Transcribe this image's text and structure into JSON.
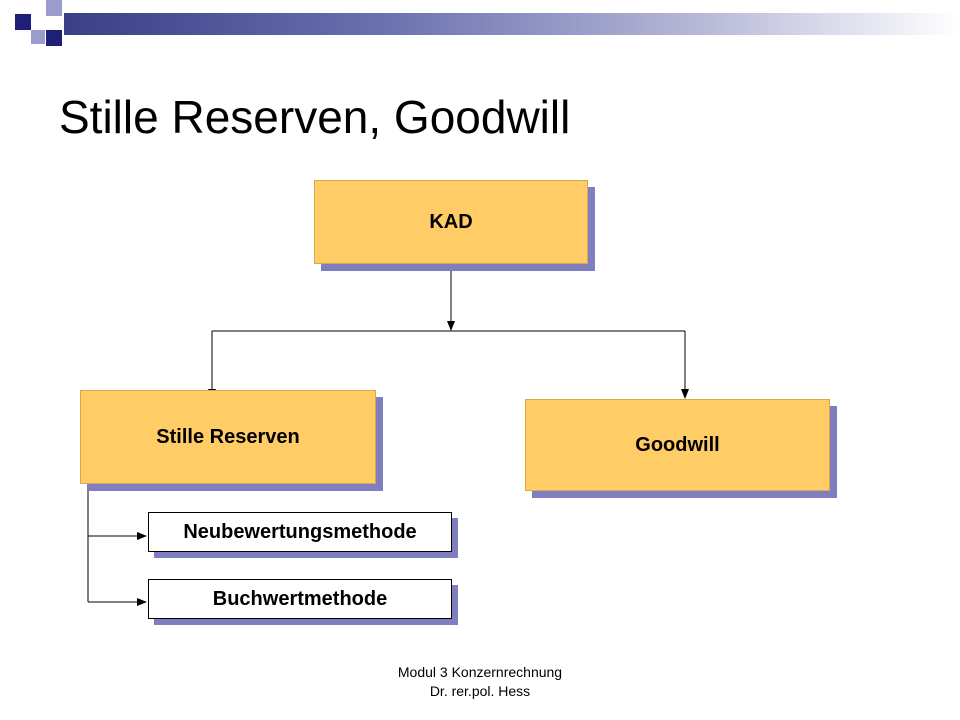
{
  "slide": {
    "title": "Stille Reserven, Goodwill"
  },
  "diagram": {
    "root": "KAD",
    "left_branch": "Stille Reserven",
    "right_branch": "Goodwill",
    "sub_methods": [
      "Neubewertungsmethode",
      "Buchwertmethode"
    ]
  },
  "footer": {
    "line1": "Modul 3 Konzernrechnung",
    "line2": "Dr. rer.pol. Hess"
  },
  "colors": {
    "box_fill": "#ffcc66",
    "box_shadow": "#7f7fbf",
    "header_navy": "#1f1f7a",
    "header_light": "#9b9bcc"
  }
}
